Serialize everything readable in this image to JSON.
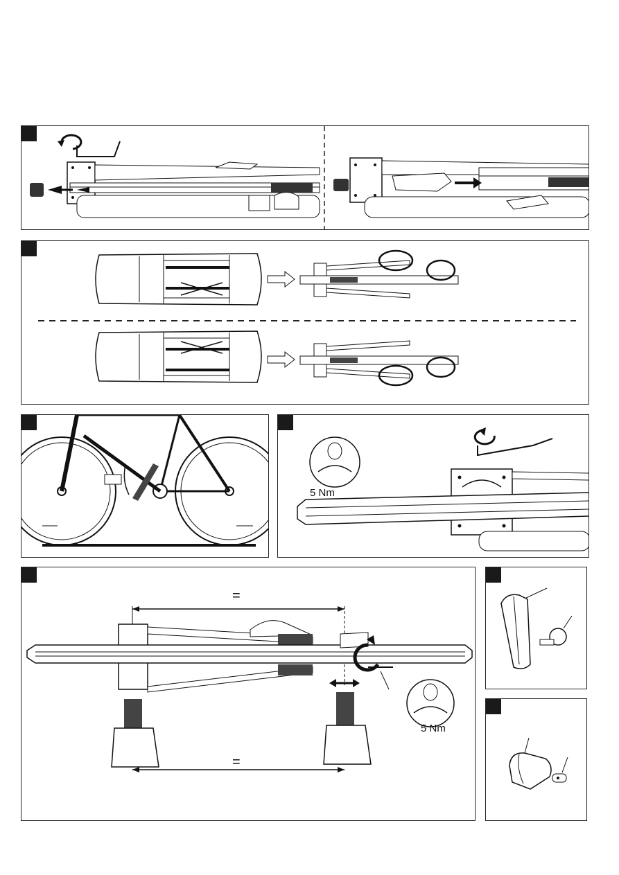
{
  "panels": [
    {
      "id": "step-1-mount-adapter"
    },
    {
      "id": "step-2-car-orientation"
    },
    {
      "id": "step-3-bike-frame"
    },
    {
      "id": "step-4-tighten-bolts"
    },
    {
      "id": "step-5-position-on-bars"
    },
    {
      "id": "step-6-end-cap"
    },
    {
      "id": "step-7-end-cap-alt"
    }
  ],
  "torque": {
    "step4": "5 Nm",
    "step5": "5 Nm"
  },
  "equal_marks": {
    "top": "=",
    "bottom": "="
  },
  "colors": {
    "line": "#222222",
    "fill_dark": "#1a1a1a",
    "fill_light": "#ffffff",
    "grey": "#bbbbbb"
  }
}
